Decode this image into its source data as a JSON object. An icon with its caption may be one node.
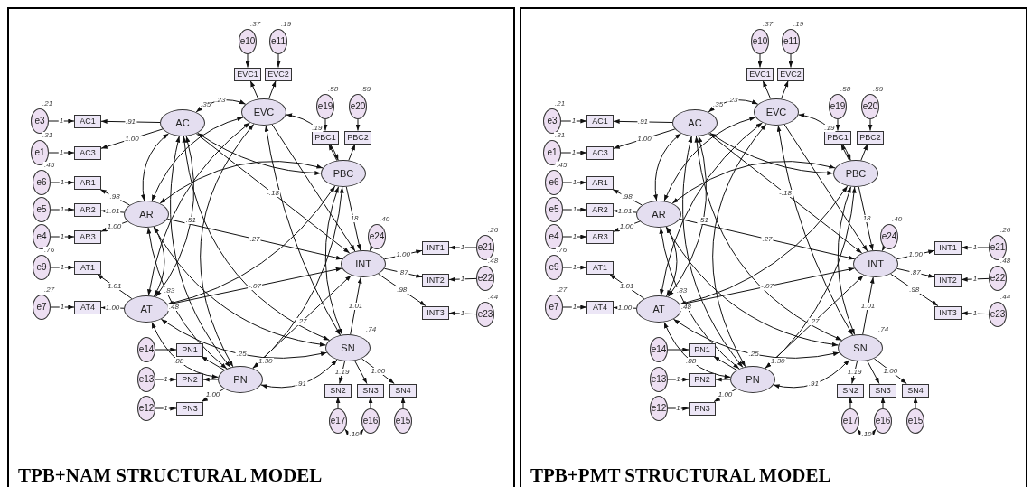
{
  "diagram": {
    "nodes": [
      {
        "text": [
          "TPB+NAM STRUCTURAL MODEL"
        ]
      },
      {
        "text": [
          "e3"
        ],
        "in": 0,
        "beside": [
          ".21"
        ]
      },
      {
        "text": [
          "AC1"
        ],
        "in": 0
      },
      {
        "text": [
          "e1"
        ],
        "in": 0,
        "beside": [
          ".31"
        ]
      },
      {
        "text": [
          "AC3"
        ],
        "in": 0
      },
      {
        "text": [
          "AC"
        ],
        "in": 0,
        "beside": [
          ".35"
        ]
      },
      {
        "text": [
          "e10"
        ],
        "in": 0,
        "beside": [
          ".37"
        ]
      },
      {
        "text": [
          "e11"
        ],
        "in": 0,
        "beside": [
          ".19"
        ]
      },
      {
        "text": [
          "EVC1"
        ],
        "in": 0
      },
      {
        "text": [
          "EVC2"
        ],
        "in": 0
      },
      {
        "text": [
          "EVC"
        ],
        "in": 0
      },
      {
        "text": [
          "e19"
        ],
        "in": 0,
        "beside": [
          ".58"
        ]
      },
      {
        "text": [
          "e20"
        ],
        "in": 0,
        "beside": [
          ".59"
        ]
      },
      {
        "text": [
          "PBC1"
        ],
        "in": 0
      },
      {
        "text": [
          "PBC2"
        ],
        "in": 0
      },
      {
        "text": [
          "PBC"
        ],
        "in": 0
      },
      {
        "text": [
          "e6"
        ],
        "in": 0,
        "beside": [
          ".45"
        ]
      },
      {
        "text": [
          "AR1"
        ],
        "in": 0
      },
      {
        "text": [
          "e5"
        ],
        "in": 0
      },
      {
        "text": [
          "AR2"
        ],
        "in": 0
      },
      {
        "text": [
          "e4"
        ],
        "in": 0
      },
      {
        "text": [
          "AR3"
        ],
        "in": 0
      },
      {
        "text": [
          "AR"
        ],
        "in": 0
      },
      {
        "text": [
          "e24"
        ],
        "in": 0,
        "beside": [
          ".40"
        ]
      },
      {
        "text": [
          "INT"
        ],
        "in": 0
      },
      {
        "text": [
          "INT1"
        ],
        "in": 0
      },
      {
        "text": [
          "e21"
        ],
        "in": 0,
        "beside": [
          ".26"
        ]
      },
      {
        "text": [
          "INT2"
        ],
        "in": 0
      },
      {
        "text": [
          "e22"
        ],
        "in": 0,
        "beside": [
          ".48"
        ]
      },
      {
        "text": [
          "INT3"
        ],
        "in": 0
      },
      {
        "text": [
          "e23"
        ],
        "in": 0,
        "beside": [
          ".44"
        ]
      },
      {
        "text": [
          "e9"
        ],
        "in": 0,
        "beside": [
          ".76"
        ]
      },
      {
        "text": [
          "AT1"
        ],
        "in": 0
      },
      {
        "text": [
          "e7"
        ],
        "in": 0,
        "beside": [
          ".27"
        ]
      },
      {
        "text": [
          "AT4"
        ],
        "in": 0
      },
      {
        "text": [
          "AT"
        ],
        "in": 0,
        "beside": [
          ".83"
        ]
      },
      {
        "text": [
          "e14"
        ],
        "in": 0
      },
      {
        "text": [
          "PN1"
        ],
        "in": 0
      },
      {
        "text": [
          "e13"
        ],
        "in": 0
      },
      {
        "text": [
          "PN2"
        ],
        "in": 0
      },
      {
        "text": [
          "e12"
        ],
        "in": 0
      },
      {
        "text": [
          "PN3"
        ],
        "in": 0
      },
      {
        "text": [
          "PN"
        ],
        "in": 0,
        "beside": [
          "1.30"
        ]
      },
      {
        "text": [
          "SN"
        ],
        "in": 0,
        "beside": [
          ".74"
        ]
      },
      {
        "text": [
          "SN2"
        ],
        "in": 0
      },
      {
        "text": [
          "SN3"
        ],
        "in": 0
      },
      {
        "text": [
          "SN4"
        ],
        "in": 0
      },
      {
        "text": [
          "e17"
        ],
        "in": 0
      },
      {
        "text": [
          "e16"
        ],
        "in": 0
      },
      {
        "text": [
          "e15"
        ],
        "in": 0
      },
      {
        "text": [
          "TPB+PMT STRUCTURAL MODEL"
        ]
      },
      {
        "text": [
          "e3"
        ],
        "in": 50,
        "beside": [
          ".21"
        ]
      },
      {
        "text": [
          "AC1"
        ],
        "in": 50
      },
      {
        "text": [
          "e1"
        ],
        "in": 50,
        "beside": [
          ".31"
        ]
      },
      {
        "text": [
          "AC3"
        ],
        "in": 50
      },
      {
        "text": [
          "AC"
        ],
        "in": 50,
        "beside": [
          ".35"
        ]
      },
      {
        "text": [
          "e10"
        ],
        "in": 50,
        "beside": [
          ".37"
        ]
      },
      {
        "text": [
          "e11"
        ],
        "in": 50,
        "beside": [
          ".19"
        ]
      },
      {
        "text": [
          "EVC1"
        ],
        "in": 50
      },
      {
        "text": [
          "EVC2"
        ],
        "in": 50
      },
      {
        "text": [
          "EVC"
        ],
        "in": 50
      },
      {
        "text": [
          "e19"
        ],
        "in": 50,
        "beside": [
          ".58"
        ]
      },
      {
        "text": [
          "e20"
        ],
        "in": 50,
        "beside": [
          ".59"
        ]
      },
      {
        "text": [
          "PBC1"
        ],
        "in": 50
      },
      {
        "text": [
          "PBC2"
        ],
        "in": 50
      },
      {
        "text": [
          "PBC"
        ],
        "in": 50
      },
      {
        "text": [
          "e6"
        ],
        "in": 50,
        "beside": [
          ".45"
        ]
      },
      {
        "text": [
          "AR1"
        ],
        "in": 50
      },
      {
        "text": [
          "e5"
        ],
        "in": 50
      },
      {
        "text": [
          "AR2"
        ],
        "in": 50
      },
      {
        "text": [
          "e4"
        ],
        "in": 50
      },
      {
        "text": [
          "AR3"
        ],
        "in": 50
      },
      {
        "text": [
          "AR"
        ],
        "in": 50
      },
      {
        "text": [
          "e24"
        ],
        "in": 50,
        "beside": [
          ".40"
        ]
      },
      {
        "text": [
          "INT"
        ],
        "in": 50
      },
      {
        "text": [
          "INT1"
        ],
        "in": 50
      },
      {
        "text": [
          "e21"
        ],
        "in": 50,
        "beside": [
          ".26"
        ]
      },
      {
        "text": [
          "INT2"
        ],
        "in": 50
      },
      {
        "text": [
          "e22"
        ],
        "in": 50,
        "beside": [
          ".48"
        ]
      },
      {
        "text": [
          "INT3"
        ],
        "in": 50
      },
      {
        "text": [
          "e23"
        ],
        "in": 50,
        "beside": [
          ".44"
        ]
      },
      {
        "text": [
          "e9"
        ],
        "in": 50,
        "beside": [
          ".76"
        ]
      },
      {
        "text": [
          "AT1"
        ],
        "in": 50
      },
      {
        "text": [
          "e7"
        ],
        "in": 50,
        "beside": [
          ".27"
        ]
      },
      {
        "text": [
          "AT4"
        ],
        "in": 50
      },
      {
        "text": [
          "AT"
        ],
        "in": 50,
        "beside": [
          ".83"
        ]
      },
      {
        "text": [
          "e14"
        ],
        "in": 50
      },
      {
        "text": [
          "PN1"
        ],
        "in": 50
      },
      {
        "text": [
          "e13"
        ],
        "in": 50
      },
      {
        "text": [
          "PN2"
        ],
        "in": 50
      },
      {
        "text": [
          "e12"
        ],
        "in": 50
      },
      {
        "text": [
          "PN3"
        ],
        "in": 50
      },
      {
        "text": [
          "PN"
        ],
        "in": 50,
        "beside": [
          "1.30"
        ]
      },
      {
        "text": [
          "SN"
        ],
        "in": 50,
        "beside": [
          ".74"
        ]
      },
      {
        "text": [
          "SN2"
        ],
        "in": 50
      },
      {
        "text": [
          "SN3"
        ],
        "in": 50
      },
      {
        "text": [
          "SN4"
        ],
        "in": 50
      },
      {
        "text": [
          "e17"
        ],
        "in": 50
      },
      {
        "text": [
          "e16"
        ],
        "in": 50
      },
      {
        "text": [
          "e15"
        ],
        "in": 50
      }
    ],
    "edges": [
      {
        "from": 1,
        "to": 2,
        "arrow": "to",
        "label": "1"
      },
      {
        "from": 3,
        "to": 4,
        "arrow": "to",
        "label": "1"
      },
      {
        "from": 16,
        "to": 17,
        "arrow": "to",
        "label": "1"
      },
      {
        "from": 18,
        "to": 19,
        "arrow": "to",
        "label": "1"
      },
      {
        "from": 20,
        "to": 21,
        "arrow": "to",
        "label": "1"
      },
      {
        "from": 31,
        "to": 32,
        "arrow": "to",
        "label": "1"
      },
      {
        "from": 33,
        "to": 34,
        "arrow": "to",
        "label": "1"
      },
      {
        "from": 26,
        "to": 25,
        "arrow": "to",
        "label": "1"
      },
      {
        "from": 28,
        "to": 27,
        "arrow": "to",
        "label": "1"
      },
      {
        "from": 30,
        "to": 29,
        "arrow": "to",
        "label": "1"
      },
      {
        "from": 6,
        "to": 8,
        "arrow": "to"
      },
      {
        "from": 7,
        "to": 9,
        "arrow": "to"
      },
      {
        "from": 11,
        "to": 13,
        "arrow": "to"
      },
      {
        "from": 12,
        "to": 14,
        "arrow": "to"
      },
      {
        "from": 36,
        "to": 37,
        "arrow": "to"
      },
      {
        "from": 38,
        "to": 39,
        "arrow": "to",
        "label": "1"
      },
      {
        "from": 40,
        "to": 41,
        "arrow": "to",
        "label": "1"
      },
      {
        "from": 47,
        "to": 44,
        "arrow": "to"
      },
      {
        "from": 48,
        "to": 45,
        "arrow": "to"
      },
      {
        "from": 49,
        "to": 46,
        "arrow": "to"
      },
      {
        "from": 5,
        "to": 2,
        "arrow": "to",
        "label": ".91"
      },
      {
        "from": 5,
        "to": 4,
        "arrow": "to",
        "label": "1.00"
      },
      {
        "from": 10,
        "to": 8,
        "arrow": "to"
      },
      {
        "from": 10,
        "to": 9,
        "arrow": "to"
      },
      {
        "from": 15,
        "to": 13,
        "arrow": "to"
      },
      {
        "from": 15,
        "to": 14,
        "arrow": "to"
      },
      {
        "from": 22,
        "to": 17,
        "arrow": "to",
        "label": ".98"
      },
      {
        "from": 22,
        "to": 19,
        "arrow": "to",
        "label": "1.01"
      },
      {
        "from": 22,
        "to": 21,
        "arrow": "to",
        "label": "1.00"
      },
      {
        "from": 35,
        "to": 32,
        "arrow": "to",
        "label": "1.01"
      },
      {
        "from": 35,
        "to": 34,
        "arrow": "to",
        "label": "1.00"
      },
      {
        "from": 24,
        "to": 25,
        "arrow": "to",
        "label": "1.00"
      },
      {
        "from": 24,
        "to": 27,
        "arrow": "to",
        "label": ".87"
      },
      {
        "from": 24,
        "to": 29,
        "arrow": "to",
        "label": ".98"
      },
      {
        "from": 42,
        "to": 37,
        "arrow": "to"
      },
      {
        "from": 42,
        "to": 39,
        "arrow": "to"
      },
      {
        "from": 42,
        "to": 41,
        "arrow": "to",
        "label": "1.00"
      },
      {
        "from": 43,
        "to": 44,
        "arrow": "to",
        "label": "1.19"
      },
      {
        "from": 43,
        "to": 45,
        "arrow": "to"
      },
      {
        "from": 43,
        "to": 46,
        "arrow": "to",
        "label": "1.00"
      },
      {
        "from": 23,
        "to": 24,
        "arrow": "to"
      },
      {
        "from": 5,
        "to": 24,
        "arrow": "to",
        "label": "-.18"
      },
      {
        "from": 10,
        "to": 24,
        "arrow": "to"
      },
      {
        "from": 15,
        "to": 24,
        "arrow": "to",
        "label": ".18"
      },
      {
        "from": 22,
        "to": 24,
        "arrow": "to",
        "label": ".27"
      },
      {
        "from": 35,
        "to": 24,
        "arrow": "to",
        "label": "-.07"
      },
      {
        "from": 43,
        "to": 24,
        "arrow": "to",
        "label": "1.01"
      },
      {
        "from": 42,
        "to": 24,
        "arrow": "to",
        "label": ".27"
      },
      {
        "from": 5,
        "to": 10,
        "arrow": "both",
        "label": ".23"
      },
      {
        "from": 5,
        "to": 15,
        "arrow": "both"
      },
      {
        "from": 5,
        "to": 22,
        "arrow": "both"
      },
      {
        "from": 5,
        "to": 35,
        "arrow": "both",
        "label": ".51"
      },
      {
        "from": 5,
        "to": 42,
        "arrow": "both"
      },
      {
        "from": 5,
        "to": 43,
        "arrow": "both"
      },
      {
        "from": 10,
        "to": 15,
        "arrow": "both",
        "label": ".19"
      },
      {
        "from": 10,
        "to": 22,
        "arrow": "both"
      },
      {
        "from": 10,
        "to": 35,
        "arrow": "both"
      },
      {
        "from": 10,
        "to": 42,
        "arrow": "both"
      },
      {
        "from": 10,
        "to": 43,
        "arrow": "both"
      },
      {
        "from": 15,
        "to": 22,
        "arrow": "both"
      },
      {
        "from": 15,
        "to": 35,
        "arrow": "both"
      },
      {
        "from": 15,
        "to": 42,
        "arrow": "both"
      },
      {
        "from": 15,
        "to": 43,
        "arrow": "both"
      },
      {
        "from": 22,
        "to": 35,
        "arrow": "both"
      },
      {
        "from": 22,
        "to": 42,
        "arrow": "both",
        "label": ".48"
      },
      {
        "from": 22,
        "to": 43,
        "arrow": "both"
      },
      {
        "from": 35,
        "to": 42,
        "arrow": "both",
        "label": ".88"
      },
      {
        "from": 35,
        "to": 43,
        "arrow": "both",
        "label": ".25"
      },
      {
        "from": 42,
        "to": 43,
        "arrow": "both",
        "label": ".91"
      },
      {
        "from": 47,
        "to": 48,
        "arrow": "both",
        "label": ".10"
      },
      {
        "from": 51,
        "to": 52,
        "arrow": "to",
        "label": "1"
      },
      {
        "from": 53,
        "to": 54,
        "arrow": "to",
        "label": "1"
      },
      {
        "from": 66,
        "to": 67,
        "arrow": "to",
        "label": "1"
      },
      {
        "from": 68,
        "to": 69,
        "arrow": "to",
        "label": "1"
      },
      {
        "from": 70,
        "to": 71,
        "arrow": "to",
        "label": "1"
      },
      {
        "from": 81,
        "to": 82,
        "arrow": "to",
        "label": "1"
      },
      {
        "from": 83,
        "to": 84,
        "arrow": "to",
        "label": "1"
      },
      {
        "from": 76,
        "to": 75,
        "arrow": "to",
        "label": "1"
      },
      {
        "from": 78,
        "to": 77,
        "arrow": "to",
        "label": "1"
      },
      {
        "from": 80,
        "to": 79,
        "arrow": "to",
        "label": "1"
      },
      {
        "from": 56,
        "to": 58,
        "arrow": "to"
      },
      {
        "from": 57,
        "to": 59,
        "arrow": "to"
      },
      {
        "from": 61,
        "to": 63,
        "arrow": "to"
      },
      {
        "from": 62,
        "to": 64,
        "arrow": "to"
      },
      {
        "from": 86,
        "to": 87,
        "arrow": "to"
      },
      {
        "from": 88,
        "to": 89,
        "arrow": "to",
        "label": "1"
      },
      {
        "from": 90,
        "to": 91,
        "arrow": "to",
        "label": "1"
      },
      {
        "from": 97,
        "to": 94,
        "arrow": "to"
      },
      {
        "from": 98,
        "to": 95,
        "arrow": "to"
      },
      {
        "from": 99,
        "to": 96,
        "arrow": "to"
      },
      {
        "from": 55,
        "to": 52,
        "arrow": "to",
        "label": ".91"
      },
      {
        "from": 55,
        "to": 54,
        "arrow": "to",
        "label": "1.00"
      },
      {
        "from": 60,
        "to": 58,
        "arrow": "to"
      },
      {
        "from": 60,
        "to": 59,
        "arrow": "to"
      },
      {
        "from": 65,
        "to": 63,
        "arrow": "to"
      },
      {
        "from": 65,
        "to": 64,
        "arrow": "to"
      },
      {
        "from": 72,
        "to": 67,
        "arrow": "to",
        "label": ".98"
      },
      {
        "from": 72,
        "to": 69,
        "arrow": "to",
        "label": "1.01"
      },
      {
        "from": 72,
        "to": 71,
        "arrow": "to",
        "label": "1.00"
      },
      {
        "from": 85,
        "to": 82,
        "arrow": "to",
        "label": "1.01"
      },
      {
        "from": 85,
        "to": 84,
        "arrow": "to",
        "label": "1.00"
      },
      {
        "from": 74,
        "to": 75,
        "arrow": "to",
        "label": "1.00"
      },
      {
        "from": 74,
        "to": 77,
        "arrow": "to",
        "label": ".87"
      },
      {
        "from": 74,
        "to": 79,
        "arrow": "to",
        "label": ".98"
      },
      {
        "from": 92,
        "to": 87,
        "arrow": "to"
      },
      {
        "from": 92,
        "to": 89,
        "arrow": "to"
      },
      {
        "from": 92,
        "to": 91,
        "arrow": "to",
        "label": "1.00"
      },
      {
        "from": 93,
        "to": 94,
        "arrow": "to",
        "label": "1.19"
      },
      {
        "from": 93,
        "to": 95,
        "arrow": "to"
      },
      {
        "from": 93,
        "to": 96,
        "arrow": "to",
        "label": "1.00"
      },
      {
        "from": 73,
        "to": 74,
        "arrow": "to"
      },
      {
        "from": 55,
        "to": 74,
        "arrow": "to",
        "label": "-.18"
      },
      {
        "from": 60,
        "to": 74,
        "arrow": "to"
      },
      {
        "from": 65,
        "to": 74,
        "arrow": "to",
        "label": ".18"
      },
      {
        "from": 72,
        "to": 74,
        "arrow": "to",
        "label": ".27"
      },
      {
        "from": 85,
        "to": 74,
        "arrow": "to",
        "label": "-.07"
      },
      {
        "from": 93,
        "to": 74,
        "arrow": "to",
        "label": "1.01"
      },
      {
        "from": 92,
        "to": 74,
        "arrow": "to",
        "label": ".27"
      },
      {
        "from": 55,
        "to": 60,
        "arrow": "both",
        "label": ".23"
      },
      {
        "from": 55,
        "to": 65,
        "arrow": "both"
      },
      {
        "from": 55,
        "to": 72,
        "arrow": "both"
      },
      {
        "from": 55,
        "to": 85,
        "arrow": "both",
        "label": ".51"
      },
      {
        "from": 55,
        "to": 92,
        "arrow": "both"
      },
      {
        "from": 55,
        "to": 93,
        "arrow": "both"
      },
      {
        "from": 60,
        "to": 65,
        "arrow": "both",
        "label": ".19"
      },
      {
        "from": 60,
        "to": 72,
        "arrow": "both"
      },
      {
        "from": 60,
        "to": 85,
        "arrow": "both"
      },
      {
        "from": 60,
        "to": 92,
        "arrow": "both"
      },
      {
        "from": 60,
        "to": 93,
        "arrow": "both"
      },
      {
        "from": 65,
        "to": 72,
        "arrow": "both"
      },
      {
        "from": 65,
        "to": 85,
        "arrow": "both"
      },
      {
        "from": 65,
        "to": 92,
        "arrow": "both"
      },
      {
        "from": 65,
        "to": 93,
        "arrow": "both"
      },
      {
        "from": 72,
        "to": 85,
        "arrow": "both"
      },
      {
        "from": 72,
        "to": 92,
        "arrow": "both",
        "label": ".48"
      },
      {
        "from": 72,
        "to": 93,
        "arrow": "both"
      },
      {
        "from": 85,
        "to": 92,
        "arrow": "both",
        "label": ".88"
      },
      {
        "from": 85,
        "to": 93,
        "arrow": "both",
        "label": ".25"
      },
      {
        "from": 92,
        "to": 93,
        "arrow": "both",
        "label": ".91"
      },
      {
        "from": 97,
        "to": 98,
        "arrow": "both",
        "label": ".10"
      }
    ]
  }
}
